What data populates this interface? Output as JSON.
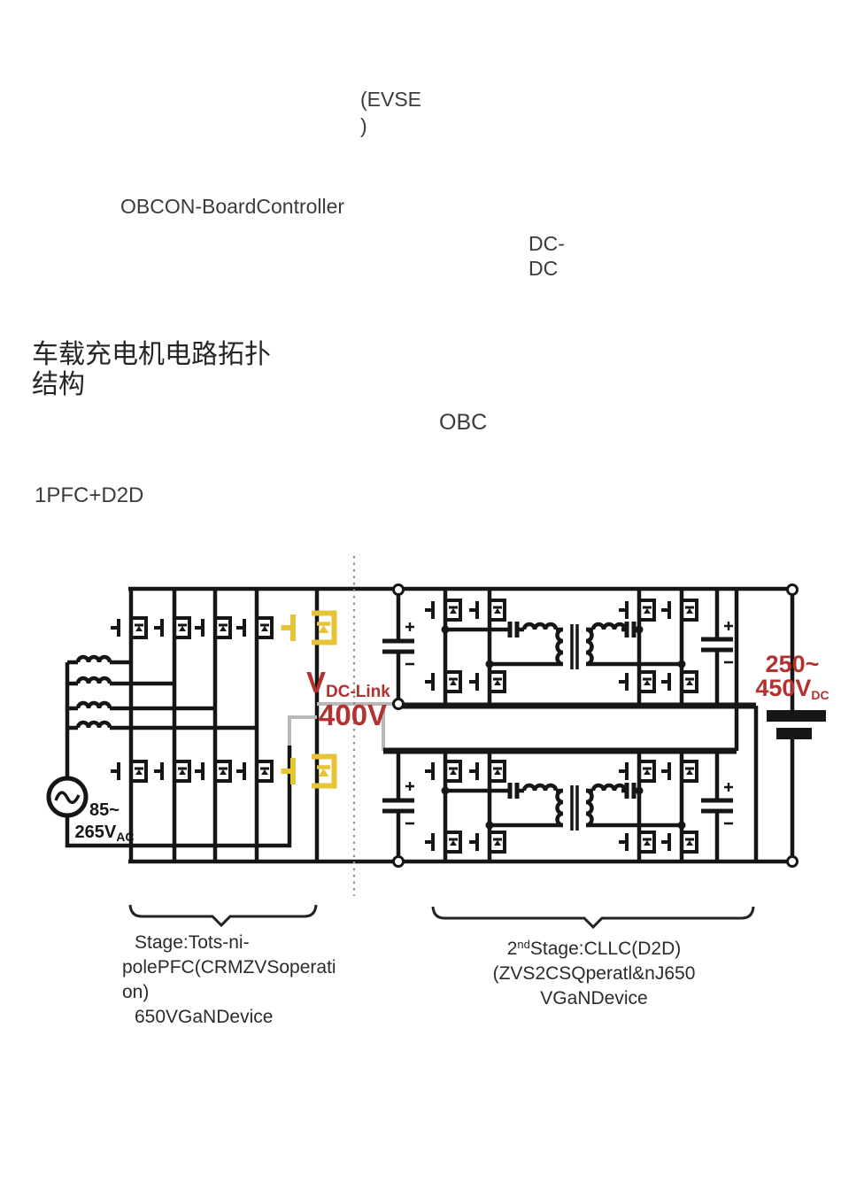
{
  "page": {
    "evse": "(EVSE\n)",
    "obc_controller": "OBCON-BoardController",
    "dcdc": "DC-\nDC",
    "title_zh": "车载充电机电路拓扑\n结构",
    "obc": "OBC",
    "pfc_d2d": "1PFC+D2D"
  },
  "circuit": {
    "ac_label": {
      "line1": "85~",
      "value": "265V",
      "sub": "AC"
    },
    "dclink": {
      "symbol": "V",
      "sub": "DC-Link",
      "value": "400V"
    },
    "output": {
      "line1": "250~",
      "value": "450V",
      "sub": "DC"
    },
    "colors": {
      "red": "#b23230",
      "yellow": "#e7c437",
      "wire": "#161616",
      "gray": "#b8b8b8"
    }
  },
  "captions": {
    "stage1": {
      "line1": "Stage:Tots-ni-",
      "line2": "polePFC(CRMZVSoperati",
      "line3": "on)",
      "line4": "650VGaNDevice"
    },
    "stage2": {
      "prefix": "2",
      "sup": "nd",
      "line1": "Stage:CLLC(D2D)",
      "line2": "(ZVS2CSQperatl&nJ650",
      "line3": "VGaNDevice"
    }
  }
}
